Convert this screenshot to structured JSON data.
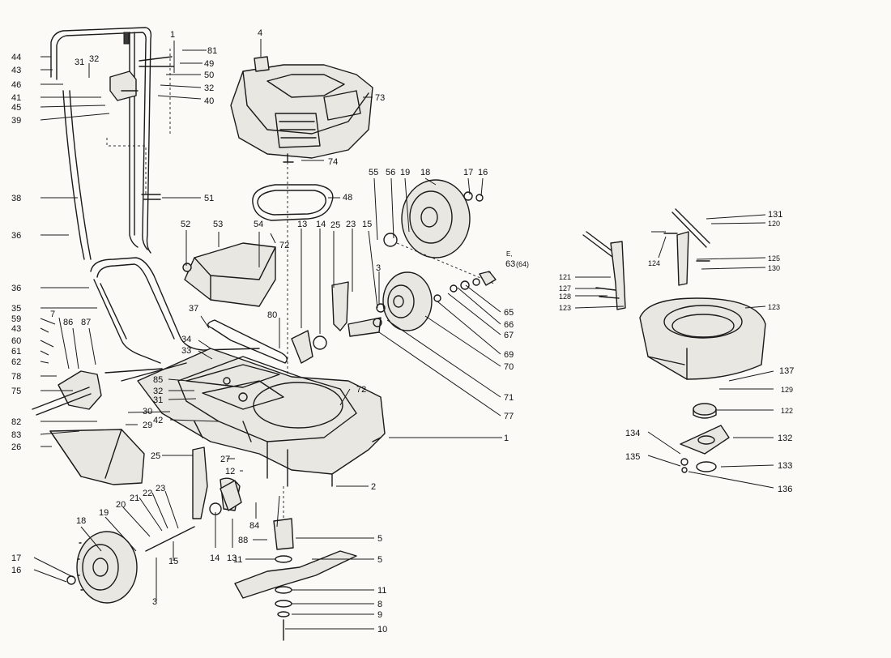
{
  "labels": {
    "l44": "44",
    "l43a": "43",
    "l31": "31",
    "l32a": "32",
    "l46": "46",
    "l41": "41",
    "l45": "45",
    "l39": "39",
    "l1a": "1",
    "l81": "81",
    "l49": "49",
    "l50": "50",
    "l32b": "32",
    "l40": "40",
    "l4": "4",
    "l73": "73",
    "l74": "74",
    "l38": "38",
    "l51": "51",
    "l48": "48",
    "l36a": "36",
    "l36b": "36",
    "l52": "52",
    "l53": "53",
    "l54": "54",
    "l72a": "72",
    "l13a": "13",
    "l14a": "14",
    "l23a": "23",
    "l25a": "25",
    "l15a": "15",
    "l55": "55",
    "l56": "56",
    "l19a": "19",
    "l18a": "18",
    "l17a": "17",
    "l16a": "16",
    "l63": "63",
    "l63n": "(64)",
    "l63e": "E,",
    "l3a": "3",
    "l65": "65",
    "l66": "66",
    "l67": "67",
    "l69": "69",
    "l70": "70",
    "l71": "71",
    "l77": "77",
    "l35": "35",
    "l59": "59",
    "l43b": "43",
    "l7": "7",
    "l86": "86",
    "l87": "87",
    "l60": "60",
    "l61": "61",
    "l62": "62",
    "l78": "78",
    "l75": "75",
    "l82": "82",
    "l83": "83",
    "l26": "26",
    "l37": "37",
    "l34": "34",
    "l33": "33",
    "l80": "80",
    "l85": "85",
    "l32c": "32",
    "l31b": "31",
    "l42": "42",
    "l30": "30",
    "l29": "29",
    "l72b": "72",
    "l1b": "1",
    "l25b": "25",
    "l27": "27",
    "l12": "12",
    "l2": "2",
    "l84": "84",
    "l88": "88",
    "l11a": "11",
    "l5a": "5",
    "l5b": "5",
    "l11b": "11",
    "l8": "8",
    "l9": "9",
    "l10": "10",
    "l18b": "18",
    "l19b": "19",
    "l20": "20",
    "l21": "21",
    "l22": "22",
    "l23b": "23",
    "l17b": "17",
    "l16b": "16",
    "l15b": "15",
    "l14b": "14",
    "l13b": "13",
    "l3b": "3",
    "l131": "131",
    "l120": "120",
    "l124": "124",
    "l125": "125",
    "l130": "130",
    "l121": "121",
    "l127": "127",
    "l128": "128",
    "l123a": "123",
    "l123b": "123",
    "l137": "137",
    "l129": "129",
    "l122": "122",
    "l134": "134",
    "l132": "132",
    "l135": "135",
    "l133": "133",
    "l136": "136"
  }
}
